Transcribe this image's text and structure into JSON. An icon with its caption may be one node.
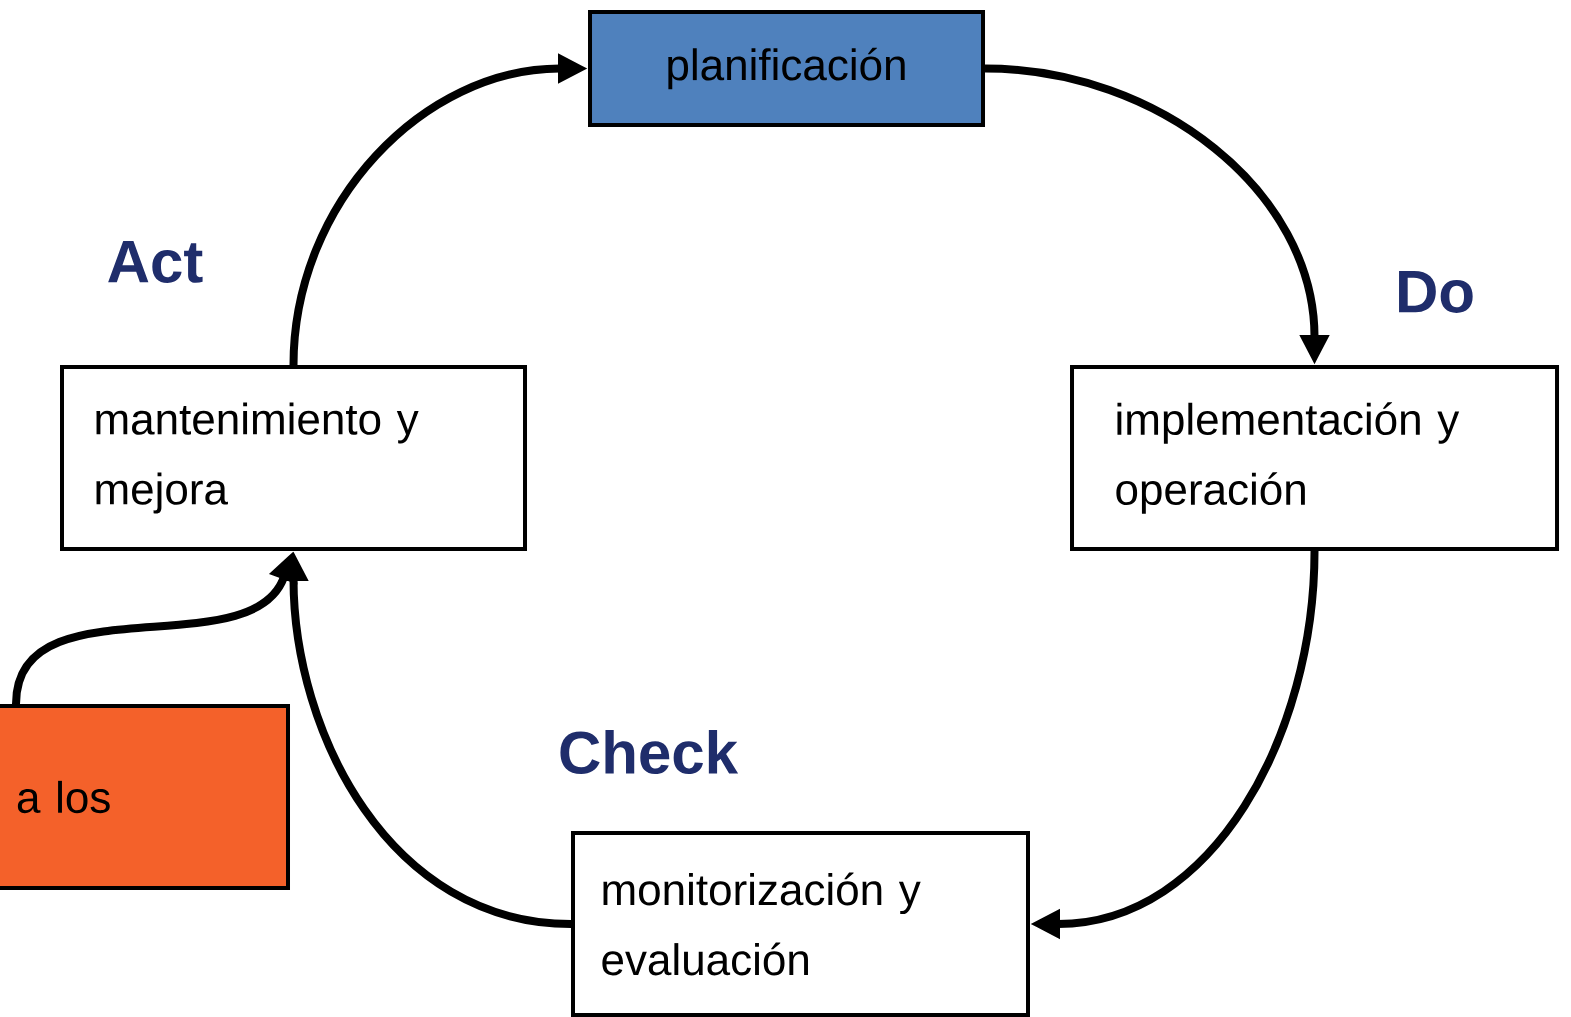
{
  "diagram": {
    "nodes": [
      {
        "text": [
          "planificación"
        ]
      },
      {
        "text": [
          "implementación y operación"
        ]
      },
      {
        "text": [
          "monitorización y evaluación"
        ]
      },
      {
        "text": [
          "mantenimiento y mejora"
        ]
      },
      {
        "text": [
          "a los"
        ]
      }
    ],
    "edges": [
      {
        "from": 0,
        "to": 1,
        "arrow": "to"
      },
      {
        "from": 1,
        "to": 2,
        "arrow": "to"
      },
      {
        "from": 2,
        "to": 3,
        "arrow": "to"
      },
      {
        "from": 3,
        "to": 0,
        "arrow": "to"
      },
      {
        "from": 4,
        "to": 3,
        "arrow": "to"
      }
    ],
    "labels": [
      "Act",
      "Do",
      "Check"
    ]
  }
}
